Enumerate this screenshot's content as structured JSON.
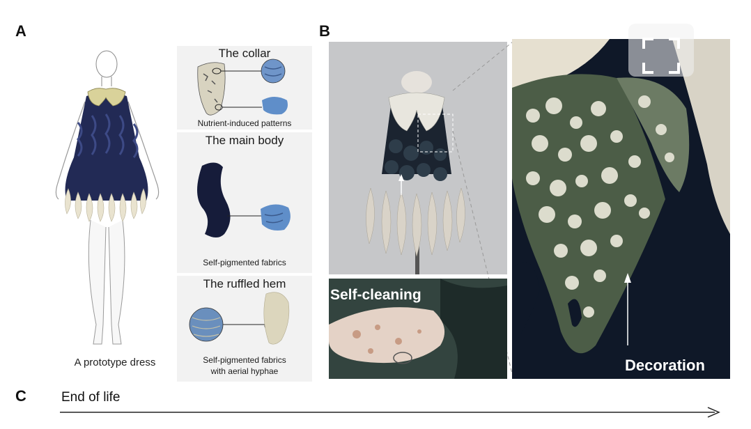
{
  "panels": {
    "a": {
      "letter": "A",
      "sketch_caption": "A prototype dress",
      "boxes": [
        {
          "title": "The collar",
          "caption": "Nutrient-induced patterns"
        },
        {
          "title": "The main body",
          "caption": "Self-pigmented fabrics"
        },
        {
          "title": "The ruffled hem",
          "caption_line1": "Self-pigmented fabrics",
          "caption_line2": "with aerial hyphae"
        }
      ]
    },
    "b": {
      "letter": "B",
      "label_self_cleaning": "Self-cleaning",
      "label_decoration": "Decoration"
    },
    "c": {
      "letter": "C",
      "timeline_label": "End of life"
    }
  },
  "colors": {
    "navy": "#1c2240",
    "cream": "#e8e2cf",
    "fabric_blue": "#6d93c6",
    "moss": "#4a5a45",
    "background_grey": "#c4c5c7"
  },
  "icons": [
    "expand-icon"
  ]
}
